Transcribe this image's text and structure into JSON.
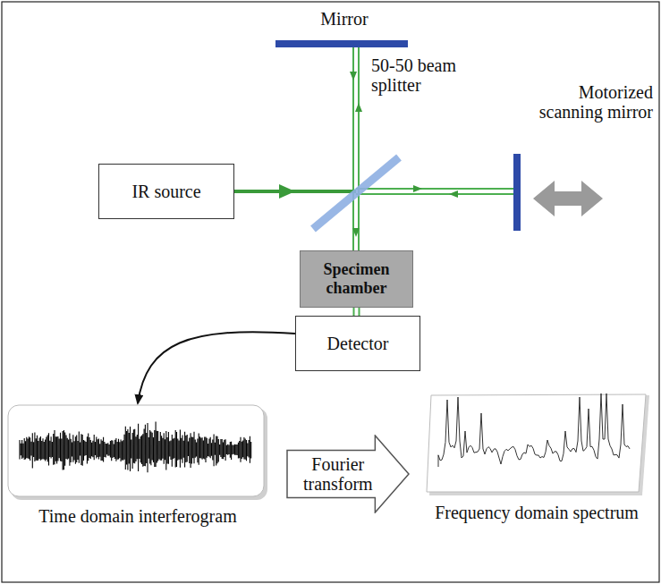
{
  "diagram": {
    "nodes": [
      {
        "text": [
          "IR source"
        ]
      },
      {
        "text": [
          "Specimen chamber"
        ]
      },
      {
        "text": [
          "Detector"
        ]
      },
      {
        "text": [
          "Time domain interferogram"
        ]
      },
      {
        "text": [
          "Fourier transform"
        ]
      },
      {
        "text": [
          "Frequency domain spectrum"
        ]
      }
    ],
    "edges": [
      {
        "from": 1,
        "to": 2,
        "arrow": "none"
      },
      {
        "from": 2,
        "to": 3,
        "arrow": "to"
      }
    ],
    "labels": [
      "Mirror",
      "50-50 beam splitter",
      "Motorized scanning mirror"
    ]
  }
}
